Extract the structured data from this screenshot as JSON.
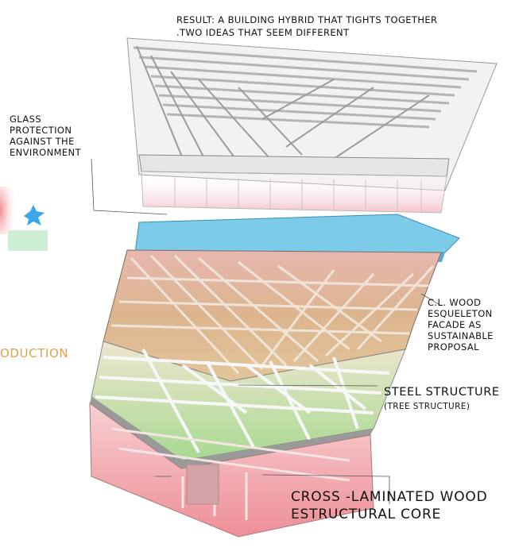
{
  "labels": {
    "result_line1": "RESULT: A BUILDING HYBRID THAT TIGHTS TOGETHER",
    "result_line2": ".TWO IDEAS THAT SEEM DIFFERENT",
    "glass": "GLASS\nPROTECTION\nAGAINST THE\nENVIRONMENT",
    "wood_facade": "C.L. WOOD\nESQUELETON\nFACADE AS\nSUSTAINABLE\nPROPOSAL",
    "steel_title": "STEEL STRUCTURE",
    "steel_sub": "(TREE STRUCTURE)",
    "core_line1": "CROSS -LAMINATED WOOD",
    "core_line2": "ESTRUCTURAL CORE",
    "cut_off": "ODUCTION"
  },
  "colors": {
    "accent_orange": "#e0a24a",
    "glass_blue": "#5cc3e3",
    "wood_tan": "#d9b48f",
    "green_glow": "#8fd86e",
    "pink_glow": "#f0a7aa"
  }
}
